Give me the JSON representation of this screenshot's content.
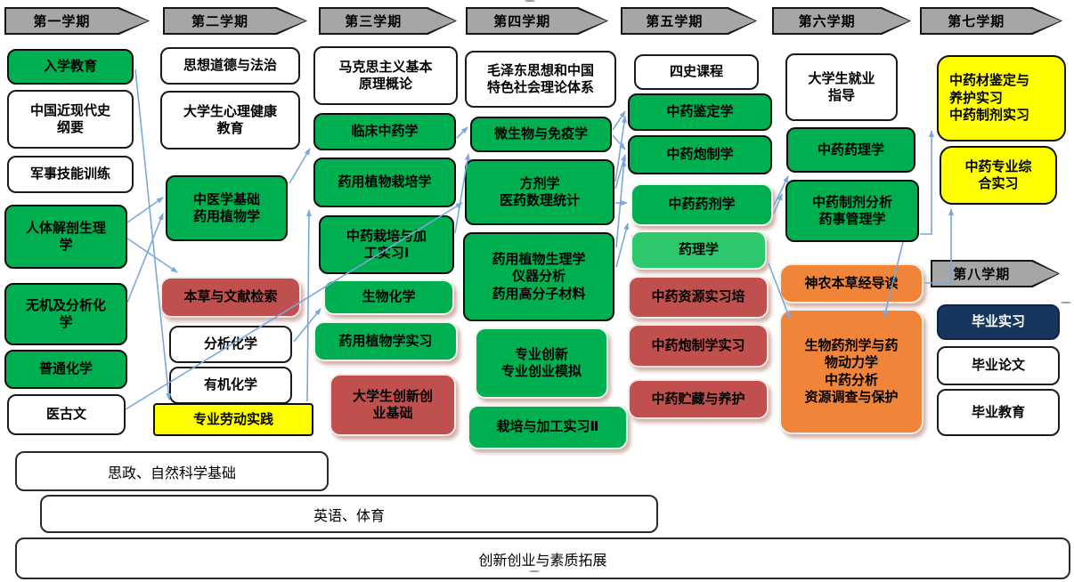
{
  "semesters": [
    {
      "label": "第一学期"
    },
    {
      "label": "第二学期"
    },
    {
      "label": "第三学期"
    },
    {
      "label": "第四学期"
    },
    {
      "label": "第五学期"
    },
    {
      "label": "第六学期"
    },
    {
      "label": "第七学期"
    },
    {
      "label": "第八学期"
    }
  ],
  "courses": {
    "s1": [
      {
        "label": "入学教育",
        "type": "green"
      },
      {
        "label": "中国近现代史\n纲要",
        "type": "white"
      },
      {
        "label": "军事技能训练",
        "type": "white"
      },
      {
        "label": "人体解剖生理\n学",
        "type": "green"
      },
      {
        "label": "无机及分析化\n学",
        "type": "green"
      },
      {
        "label": "普通化学",
        "type": "green"
      },
      {
        "label": "医古文",
        "type": "white"
      }
    ],
    "s2": [
      {
        "label": "思想道德与法治",
        "type": "white"
      },
      {
        "label": "大学生心理健康\n教育",
        "type": "white"
      },
      {
        "label": "中医学基础\n药用植物学",
        "type": "green"
      },
      {
        "label": "本草与文献检索",
        "type": "red"
      },
      {
        "label": "分析化学",
        "type": "white"
      },
      {
        "label": "有机化学",
        "type": "white"
      },
      {
        "label": "专业劳动实践",
        "type": "yellow-flat"
      }
    ],
    "s3": [
      {
        "label": "马克思主义基本\n原理概论",
        "type": "white"
      },
      {
        "label": "临床中药学",
        "type": "green"
      },
      {
        "label": "药用植物栽培学",
        "type": "green"
      },
      {
        "label": "中药栽培与加\n工实习Ⅰ",
        "type": "green"
      },
      {
        "label": "生物化学",
        "type": "green-soft"
      },
      {
        "label": "药用植物学实习",
        "type": "green-soft"
      },
      {
        "label": "大学生创新创\n业基础",
        "type": "red"
      }
    ],
    "s4": [
      {
        "label": "毛泽东思想和中国\n特色社会理论体系",
        "type": "white"
      },
      {
        "label": "微生物与免疫学",
        "type": "green"
      },
      {
        "label": "方剂学\n医药数理统计",
        "type": "green"
      },
      {
        "label": "药用植物生理学\n仪器分析\n药用高分子材料",
        "type": "green"
      },
      {
        "label": "专业创新\n专业创业模拟",
        "type": "green-soft"
      },
      {
        "label": "栽培与加工实习Ⅱ",
        "type": "green-soft"
      }
    ],
    "s5": [
      {
        "label": "四史课程",
        "type": "white"
      },
      {
        "label": "中药鉴定学",
        "type": "green"
      },
      {
        "label": "中药炮制学",
        "type": "green"
      },
      {
        "label": "中药药剂学",
        "type": "green-soft"
      },
      {
        "label": "药理学",
        "type": "green-light"
      },
      {
        "label": "中药资源实习培",
        "type": "red"
      },
      {
        "label": "中药炮制学实习",
        "type": "red"
      },
      {
        "label": "中药贮藏与养护",
        "type": "red"
      }
    ],
    "s6": [
      {
        "label": "大学生就业\n指导",
        "type": "white"
      },
      {
        "label": "中药药理学",
        "type": "green"
      },
      {
        "label": "中药制剂分析\n药事管理学",
        "type": "green"
      },
      {
        "label": "神农本草经导读",
        "type": "orange"
      },
      {
        "label": "生物药剂学与药\n物动力学\n中药分析\n资源调查与保护",
        "type": "orange"
      }
    ],
    "s7": [
      {
        "label": "中药材鉴定与\n养护实习\n中药制剂实习",
        "type": "yellow"
      },
      {
        "label": "中药专业综\n合实习",
        "type": "yellow"
      }
    ],
    "s8": [
      {
        "label": "毕业实习",
        "type": "navy"
      },
      {
        "label": "毕业论文",
        "type": "white"
      },
      {
        "label": "毕业教育",
        "type": "white"
      }
    ]
  },
  "bars": [
    {
      "label": "思政、自然科学基础"
    },
    {
      "label": "英语、体育"
    },
    {
      "label": "创新创业与素质拓展"
    }
  ],
  "links": [
    {
      "points": [
        [
          152,
          78
        ],
        [
          190,
          449
        ]
      ]
    },
    {
      "points": [
        [
          143,
          250
        ],
        [
          183,
          222
        ]
      ]
    },
    {
      "points": [
        [
          143,
          268
        ],
        [
          199,
          306
        ]
      ]
    },
    {
      "points": [
        [
          143,
          340
        ],
        [
          183,
          240
        ]
      ]
    },
    {
      "points": [
        [
          141,
          460
        ],
        [
          519,
          228
        ]
      ]
    },
    {
      "points": [
        [
          325,
          206
        ],
        [
          348,
          167
        ]
      ]
    },
    {
      "points": [
        [
          345,
          451
        ],
        [
          347,
          236
        ]
      ]
    },
    {
      "points": [
        [
          330,
          384
        ],
        [
          360,
          347
        ]
      ]
    },
    {
      "points": [
        [
          513,
          155
        ],
        [
          525,
          143
        ]
      ]
    },
    {
      "points": [
        [
          511,
          262
        ],
        [
          526,
          173
        ]
      ]
    },
    {
      "points": [
        [
          688,
          146
        ],
        [
          702,
          125
        ]
      ]
    },
    {
      "points": [
        [
          688,
          152
        ],
        [
          702,
          168
        ]
      ]
    },
    {
      "points": [
        [
          691,
          204
        ],
        [
          702,
          131
        ]
      ]
    },
    {
      "points": [
        [
          691,
          212
        ],
        [
          702,
          174
        ]
      ]
    },
    {
      "points": [
        [
          691,
          228
        ],
        [
          704,
          228
        ]
      ]
    },
    {
      "points": [
        [
          692,
          300
        ],
        [
          705,
          251
        ]
      ]
    },
    {
      "points": [
        [
          692,
          278
        ],
        [
          701,
          180
        ]
      ]
    },
    {
      "points": [
        [
          869,
          231
        ],
        [
          885,
          198
        ]
      ]
    },
    {
      "points": [
        [
          869,
          240
        ],
        [
          878,
          218
        ]
      ]
    },
    {
      "points": [
        [
          863,
          296
        ],
        [
          887,
          358
        ]
      ]
    },
    {
      "points": [
        [
          1033,
          263
        ],
        [
          1046,
          263
        ],
        [
          1046,
          147
        ]
      ]
    },
    {
      "points": [
        [
          1039,
          318
        ],
        [
          1068,
          318
        ],
        [
          1068,
          235
        ]
      ]
    },
    {
      "points": [
        [
          1014,
          272
        ],
        [
          993,
          356
        ]
      ]
    }
  ],
  "colors": {
    "green": "#00B050",
    "light_green": "#2FC76B",
    "red": "#C0504D",
    "orange": "#F08438",
    "yellow": "#FFFF00",
    "navy": "#17365D",
    "header_gray": "#A6A6A6",
    "connector_blue": "#7BA7DC"
  }
}
